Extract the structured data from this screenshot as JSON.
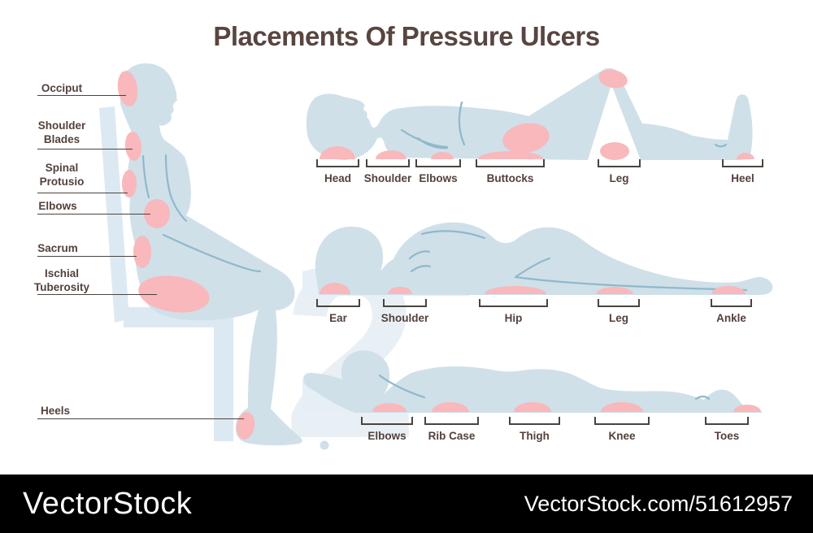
{
  "title": "Placements Of Pressure Ulcers",
  "seated_labels": [
    "Occiput",
    "Shoulder\nBlades",
    "Spinal\nProtusio",
    "Elbows",
    "Sacrum",
    "Ischial\nTuberosity",
    "Heels"
  ],
  "supine_labels": [
    "Head",
    "Shoulder",
    "Elbows",
    "Buttocks",
    "Leg",
    "Heel"
  ],
  "side_labels": [
    "Ear",
    "Shoulder",
    "Hip",
    "Leg",
    "Ankle"
  ],
  "prone_labels": [
    "Elbows",
    "Rib Case",
    "Thigh",
    "Knee",
    "Toes"
  ],
  "watermark": {
    "brand": "VectorStock",
    "credit": "VectorStock.com/51612957",
    "pale_digit": "2"
  },
  "colors": {
    "body": "#cfe0e9",
    "stroke": "#8fb8cc",
    "spot": "#f9b8bb",
    "chair": "#dde9f2",
    "mat": "#e6eff6",
    "pale": "#e9f0f5",
    "label": "#53413b",
    "line": "#4a4440",
    "title": "#594540",
    "bar_bg": "#000000",
    "bar_fg": "#ffffff"
  }
}
